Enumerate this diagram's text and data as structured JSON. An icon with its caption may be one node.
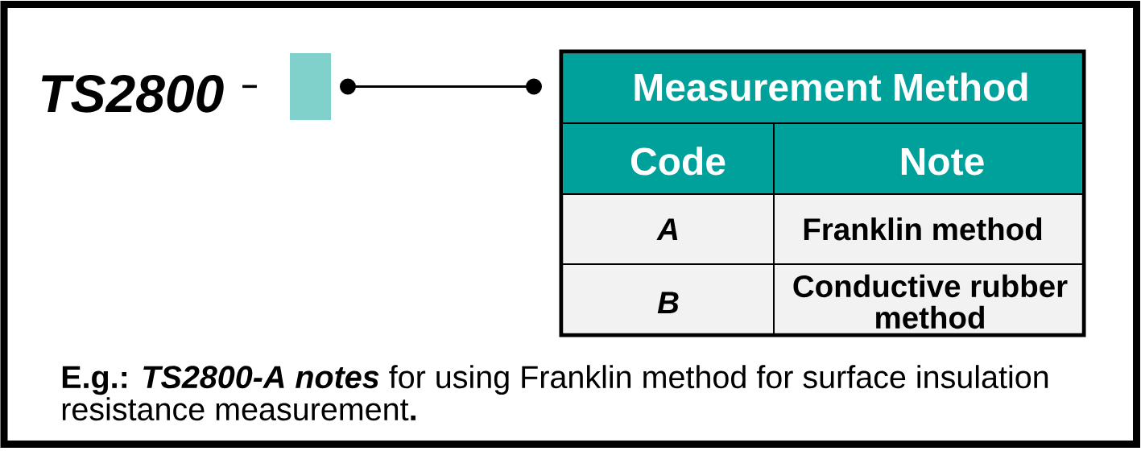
{
  "diagram": {
    "nodes": [
      {
        "text": [],
        "shape": "box"
      },
      {
        "text": [
          "Measurement Method"
        ]
      }
    ],
    "edges": [
      {
        "from": 0,
        "to": 1,
        "arrow": "other"
      }
    ],
    "labels": [
      "TS2800",
      "–",
      "Code",
      "Note",
      "A",
      "Franklin method",
      "B",
      "Conductive rubber method",
      "**E.g.:** *TS2800-A notes* for using Franklin method for surface insulation resistance measurement**.**"
    ]
  }
}
